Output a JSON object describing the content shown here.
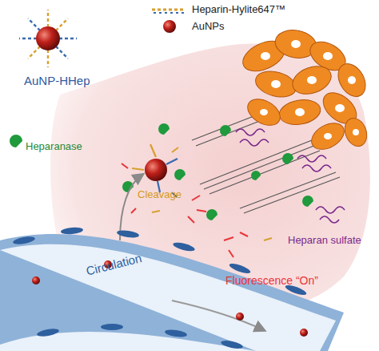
{
  "diagram": {
    "labels": [
      "AuNP-HHep",
      "Heparanase",
      "Cleavage",
      "Heparan sulfate",
      "Circulation",
      "Fluorescence “On”"
    ],
    "legend": [
      {
        "text": "Heparin-Hylite647™"
      },
      {
        "text": "AuNPs"
      }
    ]
  }
}
